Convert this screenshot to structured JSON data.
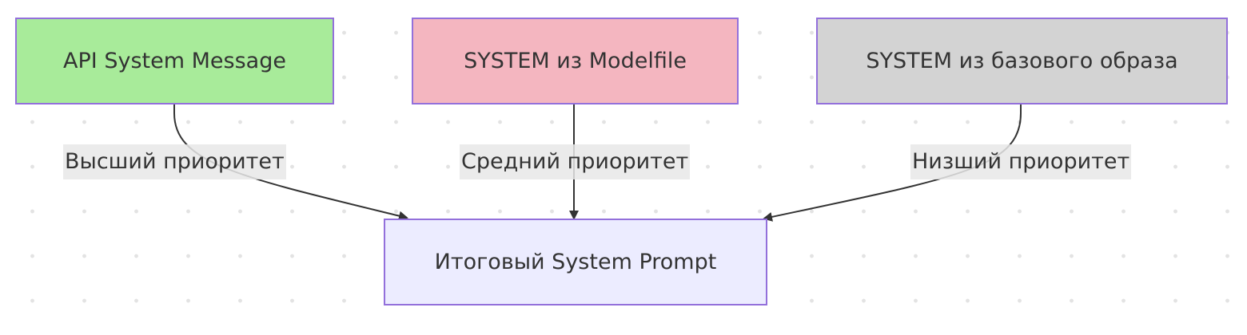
{
  "nodes": {
    "api": {
      "label": "API System Message",
      "fill": "#a8eb9a"
    },
    "modelfile": {
      "label": "SYSTEM из Modelfile",
      "fill": "#f4b6c0"
    },
    "base": {
      "label": "SYSTEM из базового образа",
      "fill": "#d3d3d3"
    },
    "final": {
      "label": "Итоговый System Prompt",
      "fill": "#ececff"
    }
  },
  "edges": {
    "api": {
      "label": "Высший приоритет"
    },
    "modelfile": {
      "label": "Средний приоритет"
    },
    "base": {
      "label": "Низший приоритет"
    }
  },
  "colors": {
    "node_border": "#9370db",
    "edge": "#333333",
    "label_bg": "#e8e8e8"
  }
}
